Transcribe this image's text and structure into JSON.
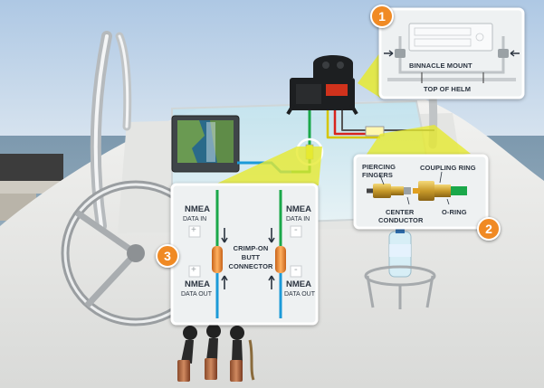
{
  "callout1": {
    "number": "1",
    "binnacle_mount": "BINNACLE MOUNT",
    "top_of_helm": "TOP OF HELM"
  },
  "callout2": {
    "number": "2",
    "piercing_line1": "PIERCING",
    "piercing_line2": "FINGERS",
    "coupling_ring": "COUPLING RING",
    "center_line1": "CENTER",
    "center_line2": "CONDUCTOR",
    "o_ring": "O-RING"
  },
  "callout3": {
    "number": "3",
    "nmea": "NMEA",
    "data_in": "DATA IN",
    "data_out": "DATA OUT",
    "crimp_line1": "CRIMP-ON",
    "crimp_line2": "BUTT",
    "crimp_line3": "CONNECTOR",
    "plus": "+",
    "minus": "-"
  },
  "colors": {
    "callout_bg": "#eef1f2",
    "callout_border": "#ffffff",
    "beam": "#e6ea30",
    "badge": "#f08a24",
    "wire_green": "#1aa84a",
    "wire_blue": "#1c9ad8",
    "wire_red": "#d8241c",
    "connector_orange": "#f08a24"
  },
  "icons": [
    "vhf-radio-icon",
    "chartplotter-icon",
    "steering-wheel-icon",
    "cup-holder-icon",
    "water-bottle-icon",
    "ignition-keys-icon"
  ]
}
